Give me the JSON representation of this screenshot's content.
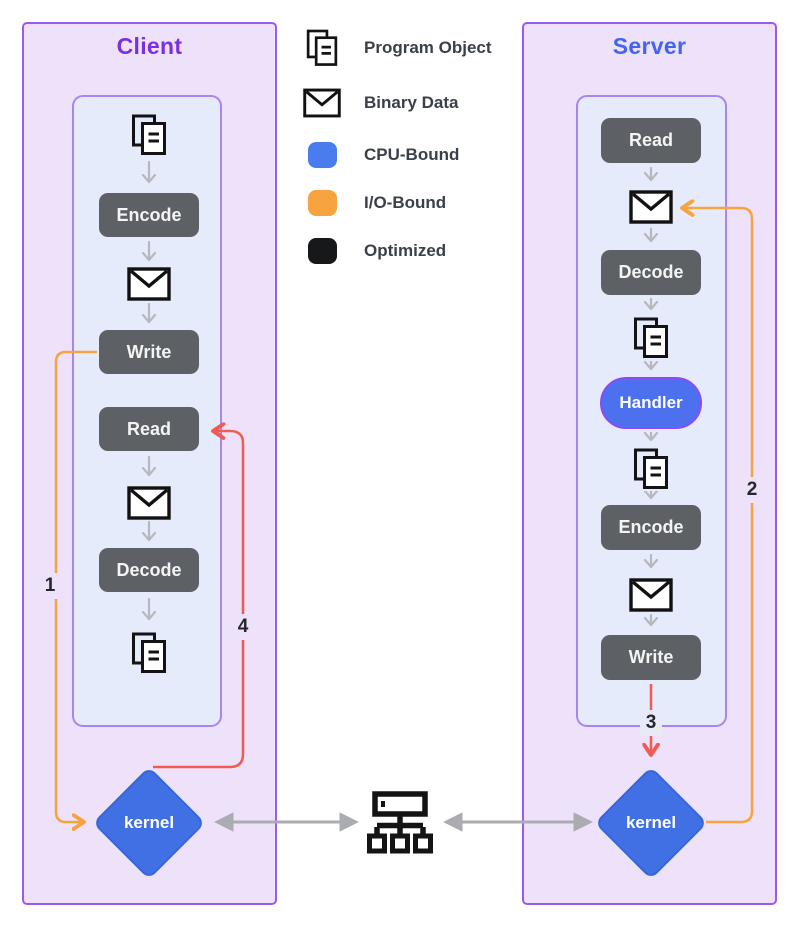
{
  "client": {
    "title": "Client",
    "encode": "Encode",
    "write": "Write",
    "read": "Read",
    "decode": "Decode",
    "kernel": "kernel"
  },
  "server": {
    "title": "Server",
    "read": "Read",
    "decode": "Decode",
    "handler": "Handler",
    "encode": "Encode",
    "write": "Write",
    "kernel": "kernel"
  },
  "legend": {
    "items": [
      {
        "icon": "program-object-icon",
        "label": "Program Object"
      },
      {
        "icon": "binary-data-icon",
        "label": "Binary Data"
      },
      {
        "icon": "cpu-bound-swatch",
        "label": "CPU-Bound",
        "color": "#4A7CF0"
      },
      {
        "icon": "io-bound-swatch",
        "label": "I/O-Bound",
        "color": "#F6A340"
      },
      {
        "icon": "optimized-swatch",
        "label": "Optimized",
        "color": "#17181A"
      }
    ]
  },
  "connectors": {
    "n1": "1",
    "n2": "2",
    "n3": "3",
    "n4": "4"
  },
  "colors": {
    "client_title": "#7B2FE3",
    "server_title": "#4364EE",
    "panel_fill": "#EDE2FA",
    "panel_border": "#9B59F2",
    "inner_fill": "#E6EBFB",
    "inner_border": "#A985F2",
    "process_box": "#5D6166",
    "handler_fill": "#4D70EF",
    "handler_border": "#8A4BF0",
    "kernel_fill": "#4070E4",
    "connector_orange": "#F6A340",
    "connector_red": "#F15B54",
    "flow_arrow_gray": "#B7B7BD",
    "network_arrow_gray": "#ABABB2"
  }
}
